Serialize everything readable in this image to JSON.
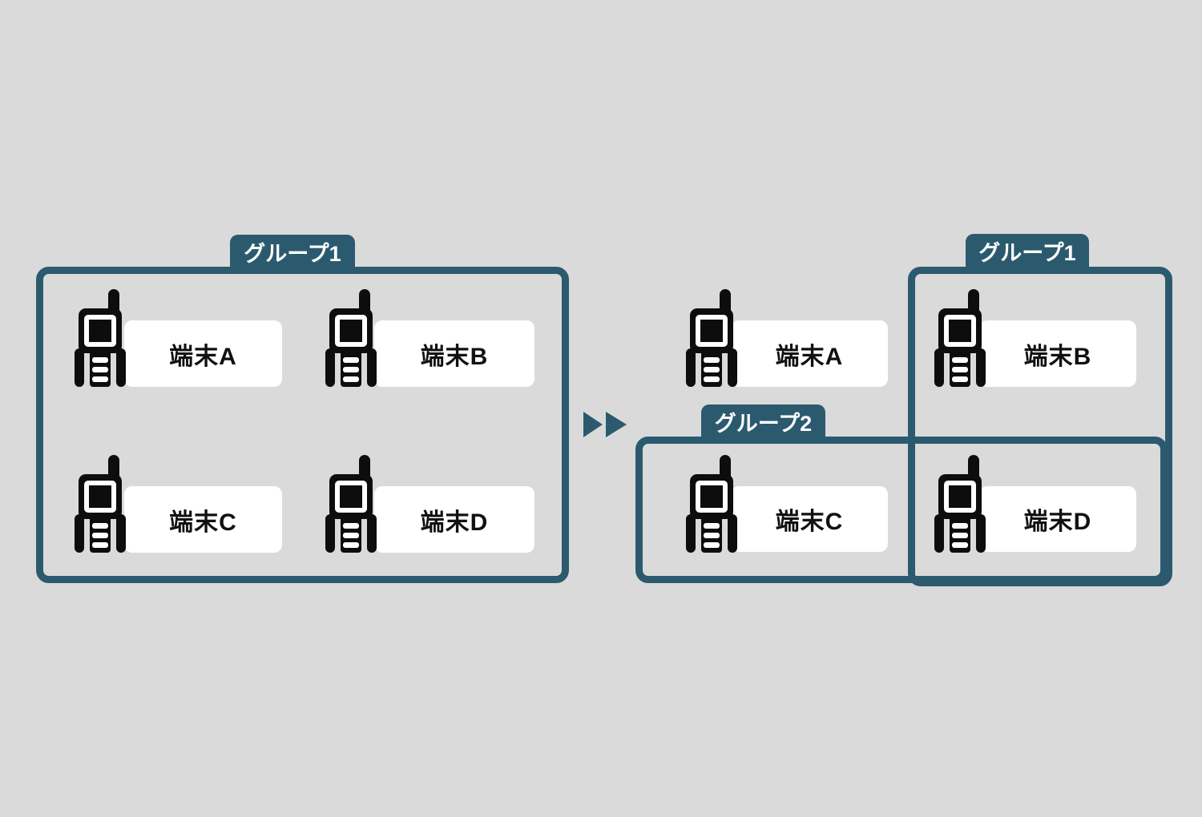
{
  "colors": {
    "background": "#dadada",
    "accent_teal": "#2b5a6f",
    "plate_white": "#ffffff",
    "icon_black": "#0d0d0d"
  },
  "before": {
    "group1_label": "グループ1",
    "terminal_a": "端末A",
    "terminal_b": "端末B",
    "terminal_c": "端末C",
    "terminal_d": "端末D"
  },
  "after": {
    "group1_label": "グループ1",
    "group2_label": "グループ2",
    "terminal_a": "端末A",
    "terminal_b": "端末B",
    "terminal_c": "端末C",
    "terminal_d": "端末D"
  }
}
